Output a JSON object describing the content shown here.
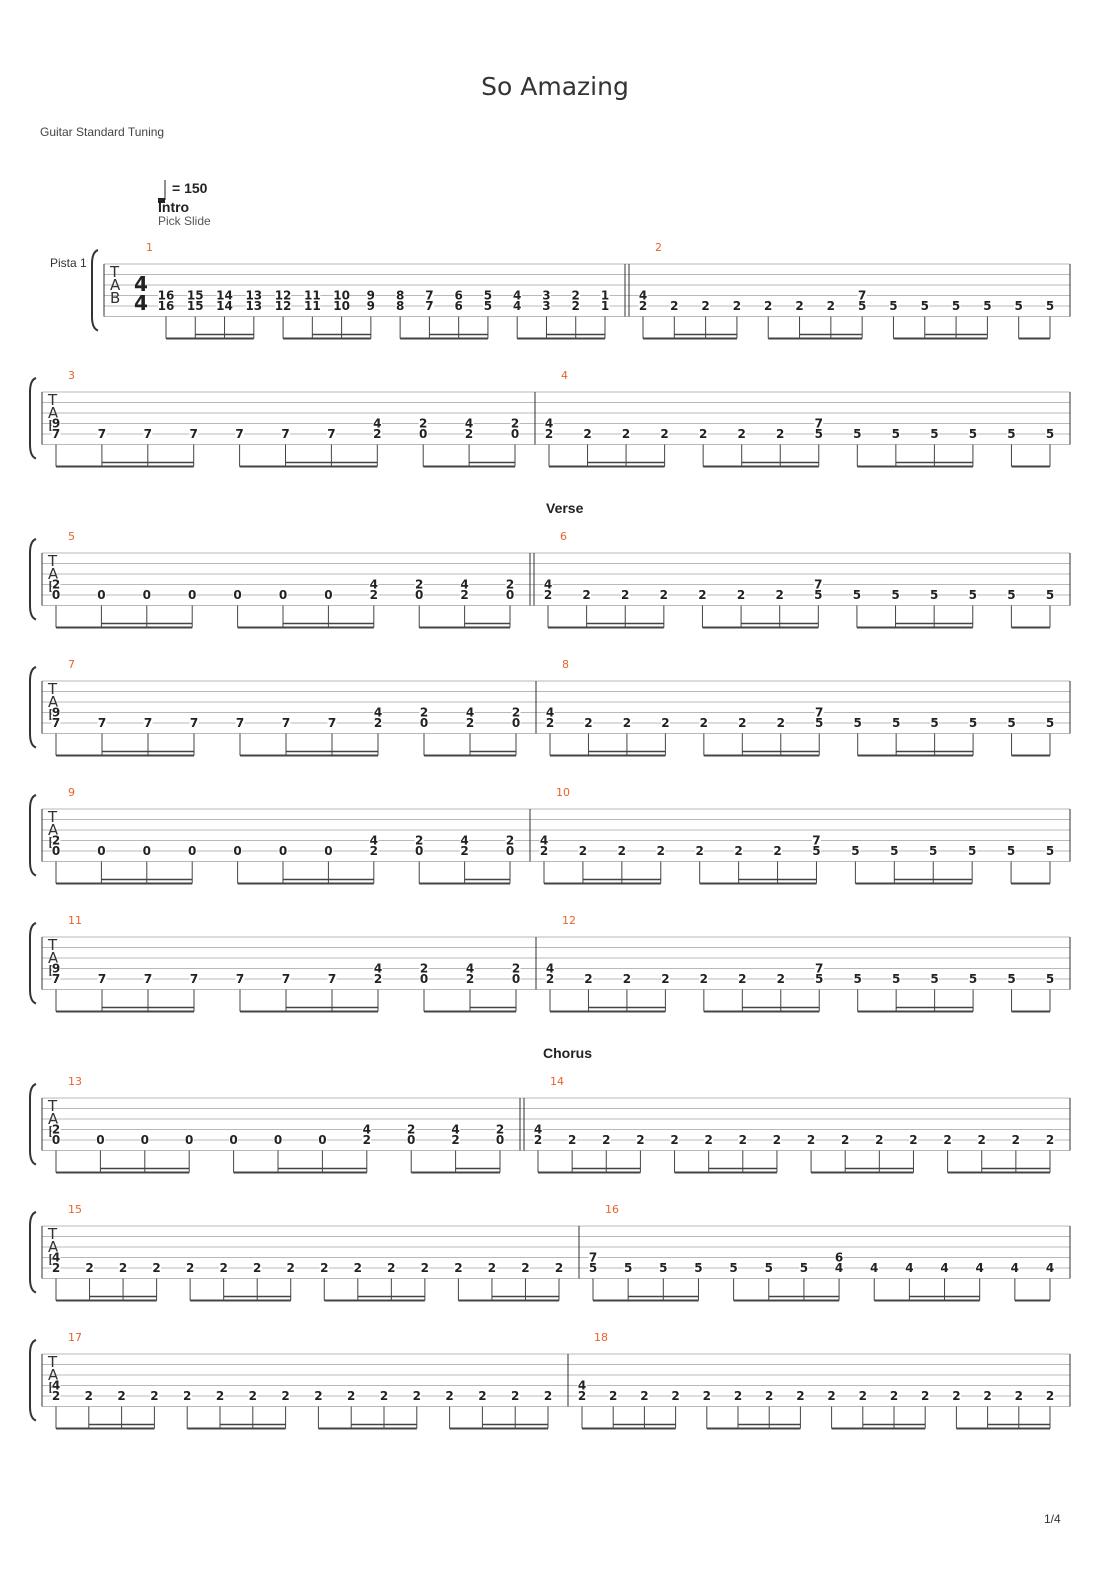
{
  "header": {
    "title": "So Amazing",
    "tuning": "Guitar Standard Tuning",
    "tempo": "= 150",
    "section_intro": "Intro",
    "technique": "Pick Slide",
    "track_name": "Pista 1",
    "page_number": "1/4"
  },
  "sections": {
    "verse": "Verse",
    "chorus": "Chorus"
  },
  "tab_clef": [
    "T",
    "A",
    "B"
  ],
  "time_signature": {
    "top": "4",
    "bottom": "4"
  },
  "colors": {
    "measure_number": "#e8632b",
    "staff_line": "#b8b8b8",
    "notes": "#222222"
  },
  "patterns": {
    "riffA": [
      [
        "9",
        "7"
      ],
      [
        "7"
      ],
      [
        "7"
      ],
      [
        "7"
      ],
      [
        "7"
      ],
      [
        "7"
      ],
      [
        "7"
      ],
      [
        "4",
        "2"
      ],
      [
        "2",
        "0"
      ],
      [
        "4",
        "2"
      ],
      [
        "2",
        "0"
      ]
    ],
    "riffB": [
      [
        "2",
        "0"
      ],
      [
        "0"
      ],
      [
        "0"
      ],
      [
        "0"
      ],
      [
        "0"
      ],
      [
        "0"
      ],
      [
        "0"
      ],
      [
        "4",
        "2"
      ],
      [
        "2",
        "0"
      ],
      [
        "4",
        "2"
      ],
      [
        "2",
        "0"
      ]
    ],
    "riffC": [
      [
        "4",
        "2"
      ],
      [
        "2"
      ],
      [
        "2"
      ],
      [
        "2"
      ],
      [
        "2"
      ],
      [
        "2"
      ],
      [
        "2"
      ],
      [
        "7",
        "5"
      ],
      [
        "5"
      ],
      [
        "5"
      ],
      [
        "5"
      ],
      [
        "5"
      ],
      [
        "5"
      ],
      [
        "5"
      ]
    ],
    "riffD": [
      [
        "4",
        "2"
      ],
      [
        "2"
      ],
      [
        "2"
      ],
      [
        "2"
      ],
      [
        "2"
      ],
      [
        "2"
      ],
      [
        "2"
      ],
      [
        "2"
      ],
      [
        "2"
      ],
      [
        "2"
      ],
      [
        "2"
      ],
      [
        "2"
      ],
      [
        "2"
      ],
      [
        "2"
      ],
      [
        "2"
      ],
      [
        "2"
      ]
    ],
    "riffE": [
      [
        "7",
        "5"
      ],
      [
        "5"
      ],
      [
        "5"
      ],
      [
        "5"
      ],
      [
        "5"
      ],
      [
        "5"
      ],
      [
        "5"
      ],
      [
        "6",
        "4"
      ],
      [
        "4"
      ],
      [
        "4"
      ],
      [
        "4"
      ],
      [
        "4"
      ],
      [
        "4"
      ],
      [
        "4"
      ]
    ],
    "intro1": [
      [
        "16",
        "16"
      ],
      [
        "15",
        "15"
      ],
      [
        "14",
        "14"
      ],
      [
        "13",
        "13"
      ],
      [
        "12",
        "12"
      ],
      [
        "11",
        "11"
      ],
      [
        "10",
        "10"
      ],
      [
        "9",
        "9"
      ],
      [
        "8",
        "8"
      ],
      [
        "7",
        "7"
      ],
      [
        "6",
        "6"
      ],
      [
        "5",
        "5"
      ],
      [
        "4",
        "4"
      ],
      [
        "3",
        "3"
      ],
      [
        "2",
        "2"
      ],
      [
        "1",
        "1"
      ]
    ]
  },
  "measures": [
    {
      "number": "1",
      "pattern": "intro1"
    },
    {
      "number": "2",
      "pattern": "riffC"
    },
    {
      "number": "3",
      "pattern": "riffA"
    },
    {
      "number": "4",
      "pattern": "riffC"
    },
    {
      "number": "5",
      "pattern": "riffB"
    },
    {
      "number": "6",
      "pattern": "riffC"
    },
    {
      "number": "7",
      "pattern": "riffA"
    },
    {
      "number": "8",
      "pattern": "riffC"
    },
    {
      "number": "9",
      "pattern": "riffB"
    },
    {
      "number": "10",
      "pattern": "riffC"
    },
    {
      "number": "11",
      "pattern": "riffA"
    },
    {
      "number": "12",
      "pattern": "riffC"
    },
    {
      "number": "13",
      "pattern": "riffB"
    },
    {
      "number": "14",
      "pattern": "riffD"
    },
    {
      "number": "15",
      "pattern": "riffD"
    },
    {
      "number": "16",
      "pattern": "riffE"
    },
    {
      "number": "17",
      "pattern": "riffD"
    },
    {
      "number": "18",
      "pattern": "riffD"
    }
  ]
}
